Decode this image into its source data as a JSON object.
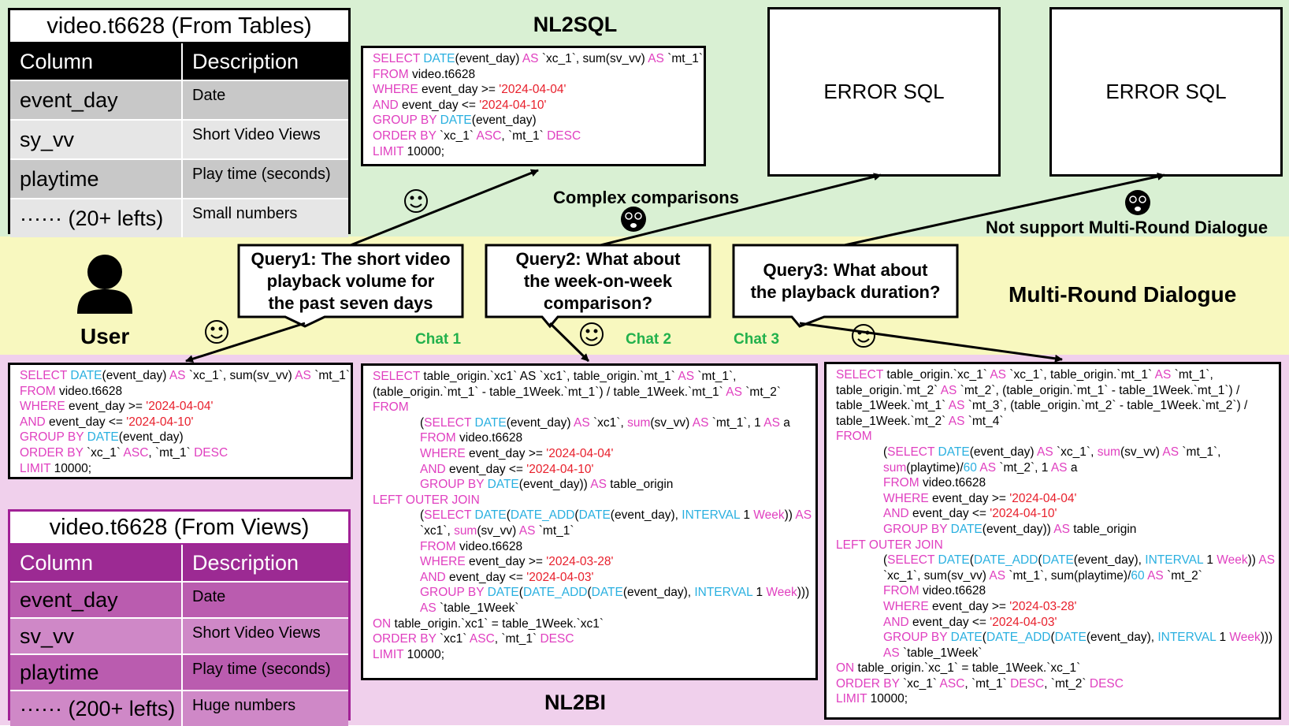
{
  "nl2sql_label": "NL2SQL",
  "nl2bi_label": "NL2BI",
  "multi_round_label": "Multi-Round Dialogue",
  "user_label": "User",
  "notes": {
    "complex": "Complex comparisons",
    "not_support": "Not support Multi-Round Dialogue"
  },
  "chats": [
    "Chat 1",
    "Chat 2",
    "Chat 3"
  ],
  "errors": [
    "ERROR SQL",
    "ERROR SQL"
  ],
  "schema_tables": {
    "title": "video.t6628 (From Tables)",
    "headers": [
      "Column",
      "Description"
    ],
    "rows": [
      [
        "event_day",
        "Date"
      ],
      [
        "sy_vv",
        "Short Video Views"
      ],
      [
        "playtime",
        "Play time (seconds)"
      ],
      [
        "······ (20+ lefts)",
        "Small numbers"
      ]
    ]
  },
  "schema_views": {
    "title": "video.t6628 (From Views)",
    "headers": [
      "Column",
      "Description"
    ],
    "rows": [
      [
        "event_day",
        "Date"
      ],
      [
        "sv_vv",
        "Short Video Views"
      ],
      [
        "playtime",
        "Play time (seconds)"
      ],
      [
        "······ (200+ lefts)",
        "Huge numbers"
      ]
    ]
  },
  "queries": [
    {
      "lines": [
        "Query1: The short video",
        "playback volume for",
        "the past seven days"
      ]
    },
    {
      "lines": [
        "Query2: What about",
        "the week-on-week",
        "comparison?"
      ]
    },
    {
      "lines": [
        "Query3: What about",
        "the playback duration?"
      ]
    }
  ],
  "code_nl2sql": [
    [
      [
        "kw",
        "SELECT "
      ],
      [
        "fn",
        "DATE"
      ],
      [
        "",
        "(event_day) "
      ],
      [
        "kw",
        "AS"
      ],
      [
        "",
        " `xc_1`, sum(sv_vv) "
      ],
      [
        "kw",
        "AS"
      ],
      [
        "",
        " `mt_1`"
      ]
    ],
    [
      [
        "kw",
        "FROM"
      ],
      [
        "",
        " video.t6628"
      ]
    ],
    [
      [
        "kw",
        "WHERE"
      ],
      [
        "",
        " event_day >= "
      ],
      [
        "str",
        "'2024-04-04'"
      ]
    ],
    [
      [
        "kw",
        "AND"
      ],
      [
        "",
        " event_day <= "
      ],
      [
        "str",
        "'2024-04-10'"
      ]
    ],
    [
      [
        "kw",
        "GROUP BY "
      ],
      [
        "fn",
        "DATE"
      ],
      [
        "",
        "(event_day)"
      ]
    ],
    [
      [
        "kw",
        "ORDER BY"
      ],
      [
        "",
        " `xc_1` "
      ],
      [
        "kw",
        "ASC"
      ],
      [
        "",
        ", `mt_1` "
      ],
      [
        "kw",
        "DESC"
      ]
    ],
    [
      [
        "kw",
        "LIMIT"
      ],
      [
        "",
        " 10000;"
      ]
    ]
  ],
  "code_chat1": [
    [
      [
        "kw",
        "SELECT "
      ],
      [
        "fn",
        "DATE"
      ],
      [
        "",
        "(event_day) "
      ],
      [
        "kw",
        "AS"
      ],
      [
        "",
        " `xc_1`, sum(sv_vv) "
      ],
      [
        "kw",
        "AS"
      ],
      [
        "",
        " `mt_1`"
      ]
    ],
    [
      [
        "kw",
        "FROM"
      ],
      [
        "",
        " video.t6628"
      ]
    ],
    [
      [
        "kw",
        "WHERE"
      ],
      [
        "",
        " event_day >= "
      ],
      [
        "str",
        "'2024-04-04'"
      ]
    ],
    [
      [
        "kw",
        "AND"
      ],
      [
        "",
        " event_day <= "
      ],
      [
        "str",
        "'2024-04-10'"
      ]
    ],
    [
      [
        "kw",
        "GROUP BY "
      ],
      [
        "fn",
        "DATE"
      ],
      [
        "",
        "(event_day)"
      ]
    ],
    [
      [
        "kw",
        "ORDER BY"
      ],
      [
        "",
        " `xc_1` "
      ],
      [
        "kw",
        "ASC"
      ],
      [
        "",
        ", `mt_1` "
      ],
      [
        "kw",
        "DESC"
      ]
    ],
    [
      [
        "kw",
        "LIMIT"
      ],
      [
        "",
        " 10000;"
      ]
    ]
  ],
  "code_chat2": [
    {
      "i": 0,
      "s": [
        [
          "kw",
          "SELECT"
        ],
        [
          "",
          " table_origin.`xc1` AS `xc1`, table_origin.`mt_1` "
        ],
        [
          "kw",
          "AS"
        ],
        [
          "",
          " `mt_1`,"
        ]
      ]
    },
    {
      "i": 0,
      "s": [
        [
          "",
          "(table_origin.`mt_1` - table_1Week.`mt_1`) / table_1Week.`mt_1` "
        ],
        [
          "kw",
          "AS"
        ],
        [
          "",
          " `mt_2`"
        ]
      ]
    },
    {
      "i": 0,
      "s": [
        [
          "kw",
          "FROM"
        ]
      ]
    },
    {
      "i": 1,
      "s": [
        [
          "",
          "("
        ],
        [
          "kw",
          "SELECT "
        ],
        [
          "fn",
          "DATE"
        ],
        [
          "",
          "(event_day) "
        ],
        [
          "kw",
          "AS"
        ],
        [
          "",
          " `xc1`, "
        ],
        [
          "kw",
          "sum"
        ],
        [
          "",
          "(sv_vv) "
        ],
        [
          "kw",
          "AS"
        ],
        [
          "",
          " `mt_1`, 1 "
        ],
        [
          "kw",
          "AS"
        ],
        [
          "",
          " a"
        ]
      ]
    },
    {
      "i": 1,
      "s": [
        [
          "kw",
          "FROM"
        ],
        [
          "",
          " video.t6628"
        ]
      ]
    },
    {
      "i": 1,
      "s": [
        [
          "kw",
          "WHERE"
        ],
        [
          "",
          " event_day >= "
        ],
        [
          "str",
          "'2024-04-04'"
        ]
      ]
    },
    {
      "i": 1,
      "s": [
        [
          "kw",
          "AND"
        ],
        [
          "",
          " event_day <= "
        ],
        [
          "str",
          "'2024-04-10'"
        ]
      ]
    },
    {
      "i": 1,
      "s": [
        [
          "kw",
          "GROUP BY "
        ],
        [
          "fn",
          "DATE"
        ],
        [
          "",
          "(event_day)) "
        ],
        [
          "kw",
          "AS"
        ],
        [
          "",
          " table_origin"
        ]
      ]
    },
    {
      "i": 0,
      "s": [
        [
          "kw",
          "LEFT OUTER JOIN"
        ]
      ]
    },
    {
      "i": 1,
      "s": [
        [
          "",
          "("
        ],
        [
          "kw",
          "SELECT "
        ],
        [
          "fn",
          "DATE"
        ],
        [
          "",
          "("
        ],
        [
          "fn",
          "DATE_ADD"
        ],
        [
          "",
          "("
        ],
        [
          "fn",
          "DATE"
        ],
        [
          "",
          "(event_day), "
        ],
        [
          "fn",
          "INTERVAL"
        ],
        [
          "",
          " 1 "
        ],
        [
          "kw",
          "Week"
        ],
        [
          "",
          ")) "
        ],
        [
          "kw",
          "AS"
        ]
      ]
    },
    {
      "i": 1,
      "s": [
        [
          "",
          "`xc1`, "
        ],
        [
          "kw",
          "sum"
        ],
        [
          "",
          "(sv_vv) "
        ],
        [
          "kw",
          "AS"
        ],
        [
          "",
          " `mt_1`"
        ]
      ]
    },
    {
      "i": 1,
      "s": [
        [
          "kw",
          "FROM"
        ],
        [
          "",
          " video.t6628"
        ]
      ]
    },
    {
      "i": 1,
      "s": [
        [
          "kw",
          "WHERE"
        ],
        [
          "",
          " event_day >= "
        ],
        [
          "str",
          "'2024-03-28'"
        ]
      ]
    },
    {
      "i": 1,
      "s": [
        [
          "kw",
          "AND"
        ],
        [
          "",
          " event_day <= "
        ],
        [
          "str",
          "'2024-04-03'"
        ]
      ]
    },
    {
      "i": 1,
      "s": [
        [
          "kw",
          "GROUP BY "
        ],
        [
          "fn",
          "DATE"
        ],
        [
          "",
          "("
        ],
        [
          "fn",
          "DATE_ADD"
        ],
        [
          "",
          "("
        ],
        [
          "fn",
          "DATE"
        ],
        [
          "",
          "(event_day), "
        ],
        [
          "fn",
          "INTERVAL"
        ],
        [
          "",
          " 1 "
        ],
        [
          "kw",
          "Week"
        ],
        [
          "",
          ")))"
        ]
      ]
    },
    {
      "i": 1,
      "s": [
        [
          "kw",
          "AS"
        ],
        [
          "",
          " `table_1Week`"
        ]
      ]
    },
    {
      "i": 0,
      "s": [
        [
          "kw",
          "ON"
        ],
        [
          "",
          " table_origin.`xc1` = table_1Week.`xc1`"
        ]
      ]
    },
    {
      "i": 0,
      "s": [
        [
          "kw",
          "ORDER BY"
        ],
        [
          "",
          " `xc1` "
        ],
        [
          "kw",
          "ASC"
        ],
        [
          "",
          ", `mt_1` "
        ],
        [
          "kw",
          "DESC"
        ]
      ]
    },
    {
      "i": 0,
      "s": [
        [
          "kw",
          "LIMIT"
        ],
        [
          "",
          " 10000;"
        ]
      ]
    }
  ],
  "code_chat3": [
    {
      "i": 0,
      "s": [
        [
          "kw",
          "SELECT"
        ],
        [
          "",
          " table_origin.`xc_1` "
        ],
        [
          "kw",
          "AS"
        ],
        [
          "",
          " `xc_1`, table_origin.`mt_1` "
        ],
        [
          "kw",
          "AS"
        ],
        [
          "",
          " `mt_1`,"
        ]
      ]
    },
    {
      "i": 0,
      "s": [
        [
          "",
          "table_origin.`mt_2` "
        ],
        [
          "kw",
          "AS"
        ],
        [
          "",
          " `mt_2`, (table_origin.`mt_1` - table_1Week.`mt_1`) /"
        ]
      ]
    },
    {
      "i": 0,
      "s": [
        [
          "",
          "table_1Week.`mt_1` "
        ],
        [
          "kw",
          "AS"
        ],
        [
          "",
          " `mt_3`, (table_origin.`mt_2` - table_1Week.`mt_2`) /"
        ]
      ]
    },
    {
      "i": 0,
      "s": [
        [
          "",
          "table_1Week.`mt_2` "
        ],
        [
          "kw",
          "AS"
        ],
        [
          "",
          " `mt_4`"
        ]
      ]
    },
    {
      "i": 0,
      "s": [
        [
          "kw",
          "FROM"
        ]
      ]
    },
    {
      "i": 1,
      "s": [
        [
          "",
          "("
        ],
        [
          "kw",
          "SELECT "
        ],
        [
          "fn",
          "DATE"
        ],
        [
          "",
          "(event_day) "
        ],
        [
          "kw",
          "AS"
        ],
        [
          "",
          " `xc_1`, "
        ],
        [
          "kw",
          "sum"
        ],
        [
          "",
          "(sv_vv) "
        ],
        [
          "kw",
          "AS"
        ],
        [
          "",
          " `mt_1`,"
        ]
      ]
    },
    {
      "i": 1,
      "s": [
        [
          "kw",
          "sum"
        ],
        [
          "",
          "(playtime)/"
        ],
        [
          "fn",
          "60"
        ],
        [
          "",
          " "
        ],
        [
          "kw",
          "AS"
        ],
        [
          "",
          " `mt_2`, 1 "
        ],
        [
          "kw",
          "AS"
        ],
        [
          "",
          " a"
        ]
      ]
    },
    {
      "i": 1,
      "s": [
        [
          "kw",
          "FROM"
        ],
        [
          "",
          " video.t6628"
        ]
      ]
    },
    {
      "i": 1,
      "s": [
        [
          "kw",
          "WHERE"
        ],
        [
          "",
          " event_day >= "
        ],
        [
          "str",
          "'2024-04-04'"
        ]
      ]
    },
    {
      "i": 1,
      "s": [
        [
          "kw",
          "AND"
        ],
        [
          "",
          " event_day <= "
        ],
        [
          "str",
          "'2024-04-10'"
        ]
      ]
    },
    {
      "i": 1,
      "s": [
        [
          "kw",
          "GROUP BY "
        ],
        [
          "fn",
          "DATE"
        ],
        [
          "",
          "(event_day)) "
        ],
        [
          "kw",
          "AS"
        ],
        [
          "",
          " table_origin"
        ]
      ]
    },
    {
      "i": 0,
      "s": [
        [
          "kw",
          "LEFT OUTER JOIN"
        ]
      ]
    },
    {
      "i": 1,
      "s": [
        [
          "",
          "("
        ],
        [
          "kw",
          "SELECT "
        ],
        [
          "fn",
          "DATE"
        ],
        [
          "",
          "("
        ],
        [
          "fn",
          "DATE_ADD"
        ],
        [
          "",
          "("
        ],
        [
          "fn",
          "DATE"
        ],
        [
          "",
          "(event_day), "
        ],
        [
          "fn",
          "INTERVAL"
        ],
        [
          "",
          " 1 "
        ],
        [
          "kw",
          "Week"
        ],
        [
          "",
          "))"
        ],
        [
          "kw",
          " AS"
        ]
      ]
    },
    {
      "i": 1,
      "s": [
        [
          "",
          "`xc_1`, sum(sv_vv) "
        ],
        [
          "kw",
          "AS"
        ],
        [
          "",
          " `mt_1`, sum(playtime)/"
        ],
        [
          "fn",
          "60"
        ],
        [
          "",
          " "
        ],
        [
          "kw",
          "AS"
        ],
        [
          "",
          " `mt_2`"
        ]
      ]
    },
    {
      "i": 1,
      "s": [
        [
          "kw",
          "FROM"
        ],
        [
          "",
          " video.t6628"
        ]
      ]
    },
    {
      "i": 1,
      "s": [
        [
          "kw",
          "WHERE"
        ],
        [
          "",
          " event_day >= "
        ],
        [
          "str",
          "'2024-03-28'"
        ]
      ]
    },
    {
      "i": 1,
      "s": [
        [
          "kw",
          "AND"
        ],
        [
          "",
          " event_day <= "
        ],
        [
          "str",
          "'2024-04-03'"
        ]
      ]
    },
    {
      "i": 1,
      "s": [
        [
          "kw",
          "GROUP BY "
        ],
        [
          "fn",
          "DATE"
        ],
        [
          "",
          "("
        ],
        [
          "fn",
          "DATE_ADD"
        ],
        [
          "",
          "("
        ],
        [
          "fn",
          "DATE"
        ],
        [
          "",
          "(event_day), "
        ],
        [
          "fn",
          "INTERVAL"
        ],
        [
          "",
          " 1 "
        ],
        [
          "kw",
          "Week"
        ],
        [
          "",
          ")))"
        ]
      ]
    },
    {
      "i": 1,
      "s": [
        [
          "kw",
          "AS"
        ],
        [
          "",
          " `table_1Week`"
        ]
      ]
    },
    {
      "i": 0,
      "s": [
        [
          "kw",
          "ON"
        ],
        [
          "",
          " table_origin.`xc_1` = table_1Week.`xc_1`"
        ]
      ]
    },
    {
      "i": 0,
      "s": [
        [
          "kw",
          "ORDER BY"
        ],
        [
          "",
          " `xc_1` "
        ],
        [
          "kw",
          "ASC"
        ],
        [
          "",
          ", `mt_1` "
        ],
        [
          "kw",
          "DESC"
        ],
        [
          "",
          ", `mt_2` "
        ],
        [
          "kw",
          "DESC"
        ]
      ]
    },
    {
      "i": 0,
      "s": [
        [
          "kw",
          "LIMIT"
        ],
        [
          "",
          " 10000;"
        ]
      ]
    }
  ]
}
